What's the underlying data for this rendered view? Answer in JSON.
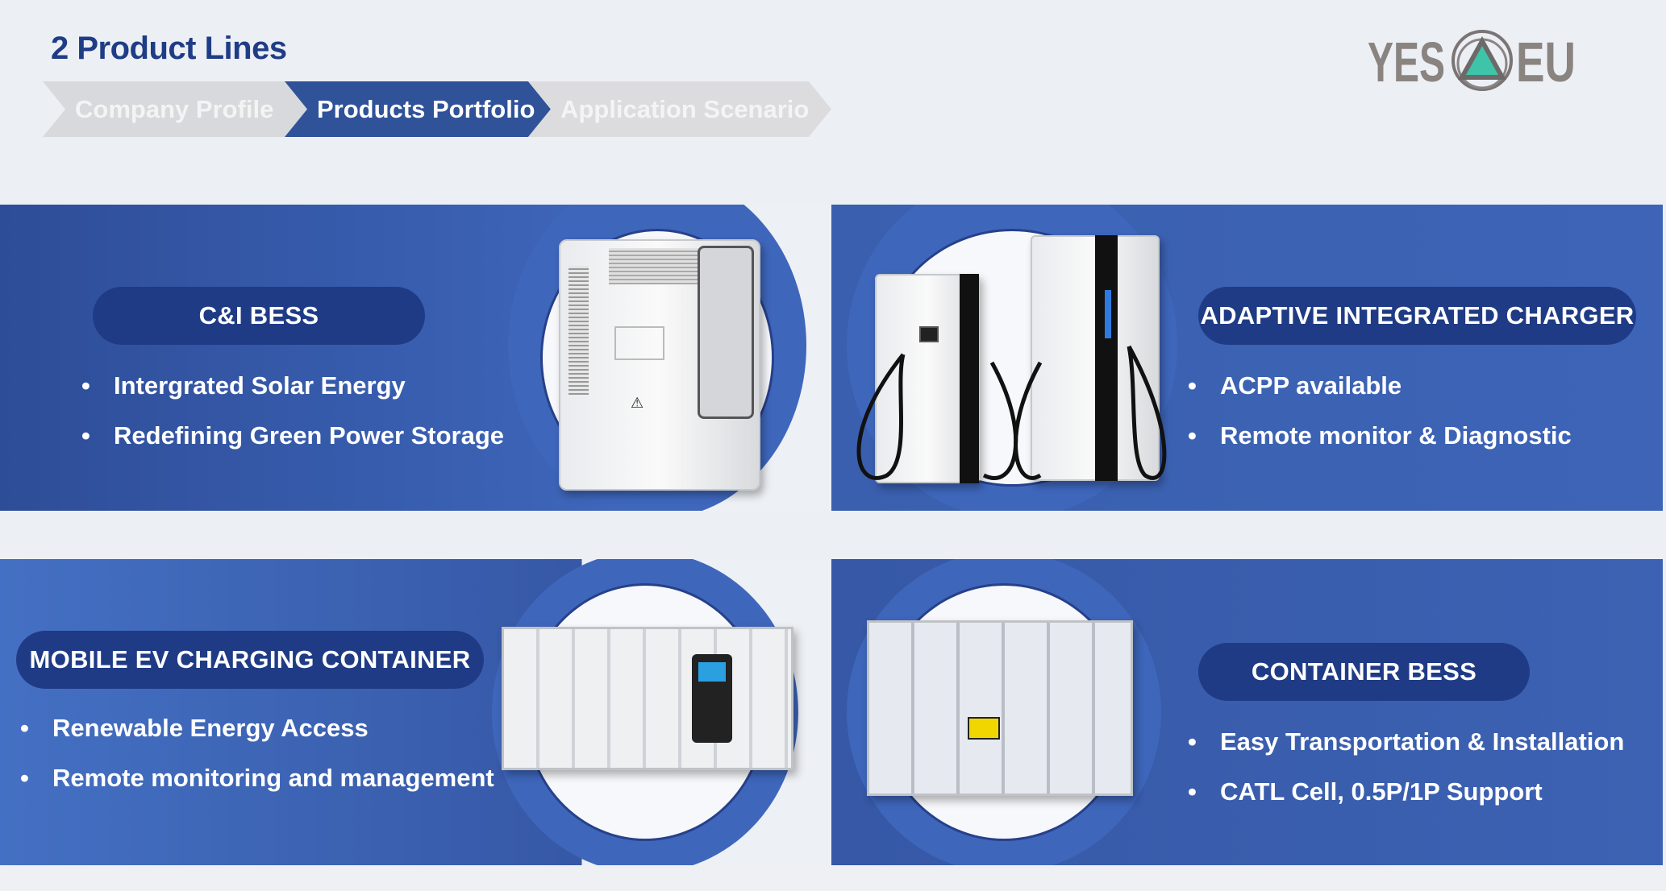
{
  "header": {
    "title": "2 Product Lines",
    "breadcrumb": [
      {
        "label": "Company Profile",
        "active": false
      },
      {
        "label": "Products Portfolio",
        "active": true
      },
      {
        "label": "Application Scenario",
        "active": false
      }
    ],
    "logo": "YESEU"
  },
  "products": [
    {
      "name": "C&I BESS",
      "bullets": [
        "Intergrated Solar Energy",
        "Redefining Green Power Storage"
      ],
      "icon": "bess-cabinet-image"
    },
    {
      "name": "ADAPTIVE INTEGRATED CHARGER",
      "bullets": [
        "ACPP available",
        "Remote monitor & Diagnostic"
      ],
      "icon": "ev-charger-image"
    },
    {
      "name": "MOBILE EV CHARGING CONTAINER",
      "bullets": [
        "Renewable Energy Access",
        "Remote monitoring and management"
      ],
      "icon": "charging-container-image"
    },
    {
      "name": "CONTAINER BESS",
      "bullets": [
        "Easy Transportation & Installation",
        "CATL Cell, 0.5P/1P Support"
      ],
      "icon": "bess-container-image"
    }
  ],
  "colors": {
    "navy": "#1f3b85",
    "band": "#3e66bb",
    "accent": "#3ec4a8"
  }
}
